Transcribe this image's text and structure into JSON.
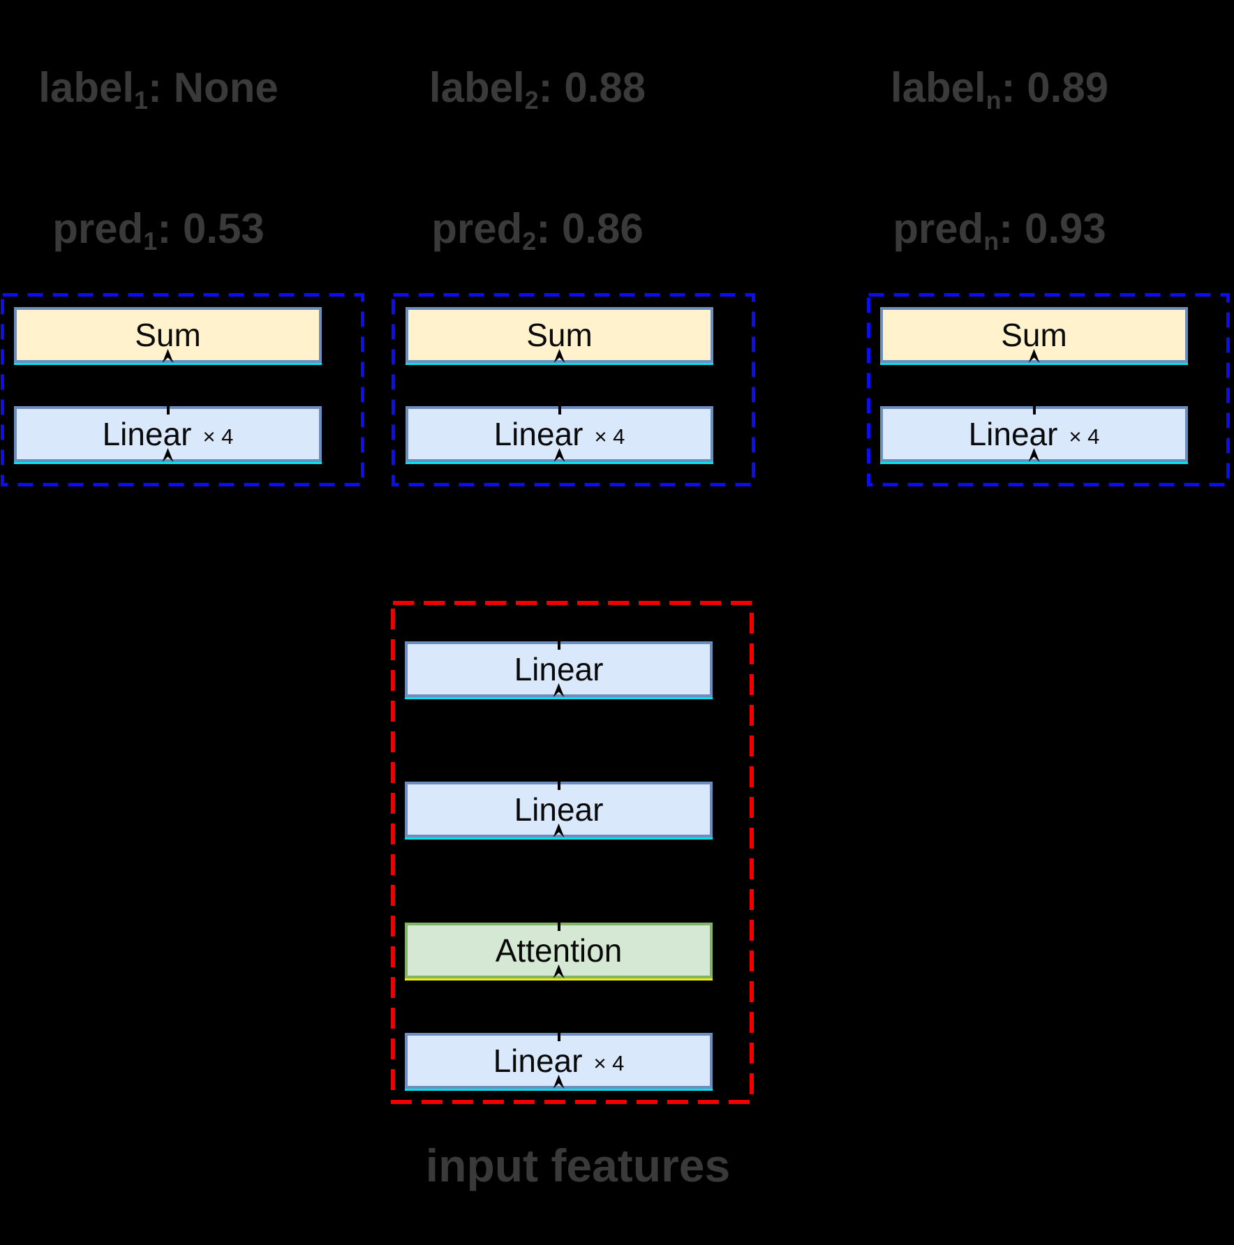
{
  "columns": [
    {
      "label_prefix": "label",
      "label_sub": "1",
      "sep": ": ",
      "label_value": "None",
      "pred_prefix": "pred",
      "pred_sub": "1",
      "pred_value": "0.53",
      "sum_label": "Sum",
      "linear_label": "Linear",
      "linear_mult": "× 4"
    },
    {
      "label_prefix": "label",
      "label_sub": "2",
      "sep": ": ",
      "label_value": "0.88",
      "pred_prefix": "pred",
      "pred_sub": "2",
      "pred_value": "0.86",
      "sum_label": "Sum",
      "linear_label": "Linear",
      "linear_mult": "× 4"
    },
    {
      "label_prefix": "label",
      "label_sub": "n",
      "sep": ": ",
      "label_value": "0.89",
      "pred_prefix": "pred",
      "pred_sub": "n",
      "pred_value": "0.93",
      "sum_label": "Sum",
      "linear_label": "Linear",
      "linear_mult": "× 4"
    }
  ],
  "encoder": {
    "linear_top": "Linear",
    "linear_mid": "Linear",
    "attention_label": "Attention",
    "linear_bottom": "Linear",
    "linear_bottom_mult": "× 4"
  },
  "caption": "input features",
  "colors": {
    "background": "#000000",
    "head_dash_blue": "#0d0df2",
    "encoder_dash_red": "#f20000",
    "box_border_blue": "#6c8ebf",
    "box_border_green": "#82b366",
    "sum_fill": "#fff2cc",
    "linear_fill": "#dae8fc",
    "attention_fill": "#d5e8d4",
    "underline_cyan": "#00e6f0",
    "underline_yellow": "#eef200",
    "text_gray": "#3a3a3a",
    "arrow_black": "#000000"
  }
}
